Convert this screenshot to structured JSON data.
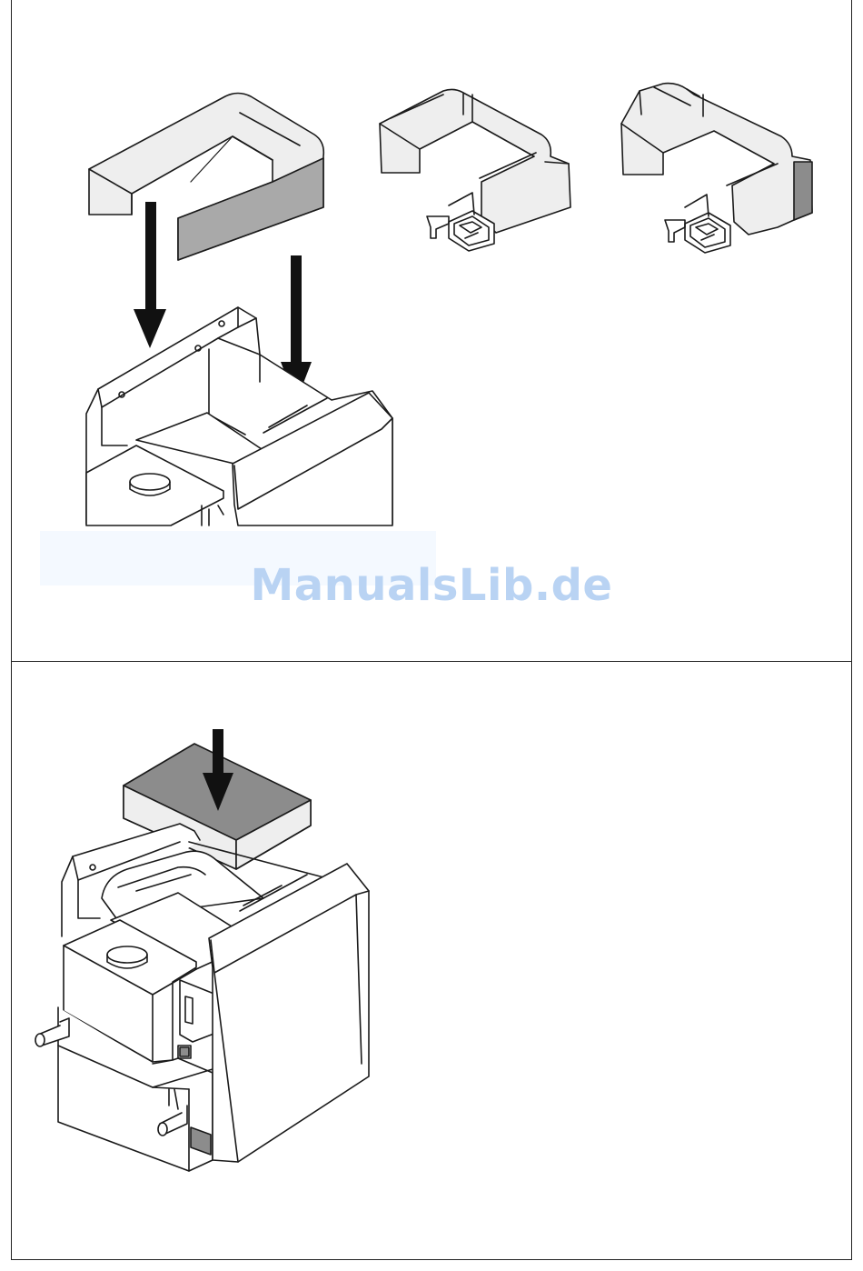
{
  "watermark": {
    "text": "ManualsLib.de",
    "color": "#b9d3f3"
  },
  "colors": {
    "line": "#1a1a1a",
    "fill_light": "#eeeeee",
    "fill_shade": "#a9a9a9",
    "fill_dark": "#8c8c8c",
    "arrow": "#111111"
  },
  "figures": [
    {
      "id": "top-panel",
      "icons": [
        "u-insulation-block-icon",
        "down-arrow-icon",
        "boiler-cabinet-open-icon",
        "insulation-with-connector-icon"
      ]
    },
    {
      "id": "bottom-panel",
      "icons": [
        "top-insulation-block-icon",
        "down-arrow-icon",
        "boiler-assembled-icon"
      ]
    }
  ]
}
